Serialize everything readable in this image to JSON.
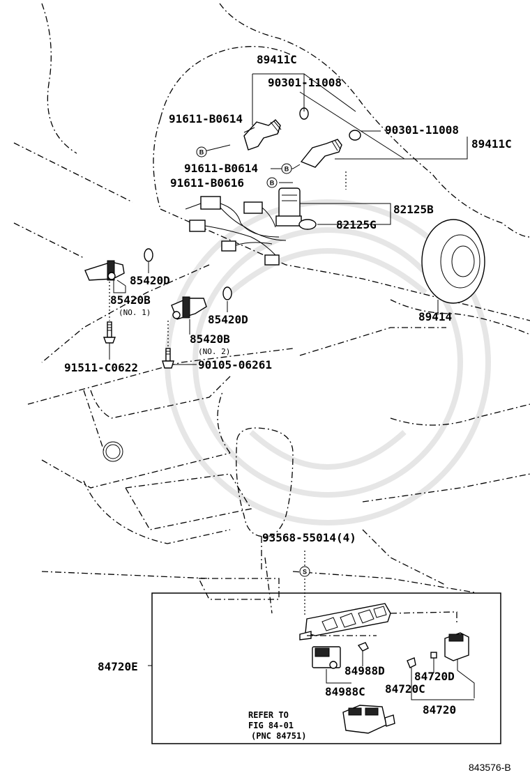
{
  "labels": {
    "p89411C_top": "89411C",
    "p90301_top": "90301-11008",
    "p91611_b0614_a": "91611-B0614",
    "p90301_right": "90301-11008",
    "p89411C_right": "89411C",
    "p91611_b0614_b": "91611-B0614",
    "p91611_b0616": "91611-B0616",
    "p82125B": "82125B",
    "p82125G": "82125G",
    "p85420D_a": "85420D",
    "p85420B_a": "85420B",
    "no1": "(NO. 1)",
    "p85420D_b": "85420D",
    "p85420B_b": "85420B",
    "no2": "(NO. 2)",
    "p89414": "89414",
    "p91511": "91511-C0622",
    "p90105": "90105-06261",
    "p93568": "93568-55014(4)",
    "p84720E": "84720E",
    "p84988D": "84988D",
    "p84720D": "84720D",
    "p84988C": "84988C",
    "p84720C": "84720C",
    "p84720": "84720",
    "refer_line1": "REFER TO",
    "refer_line2": "FIG 84-01",
    "refer_line3": "(PNC 84751)",
    "figure_code": "843576-B"
  },
  "marks": {
    "bolt_mark": "B",
    "screw_mark": "S"
  }
}
